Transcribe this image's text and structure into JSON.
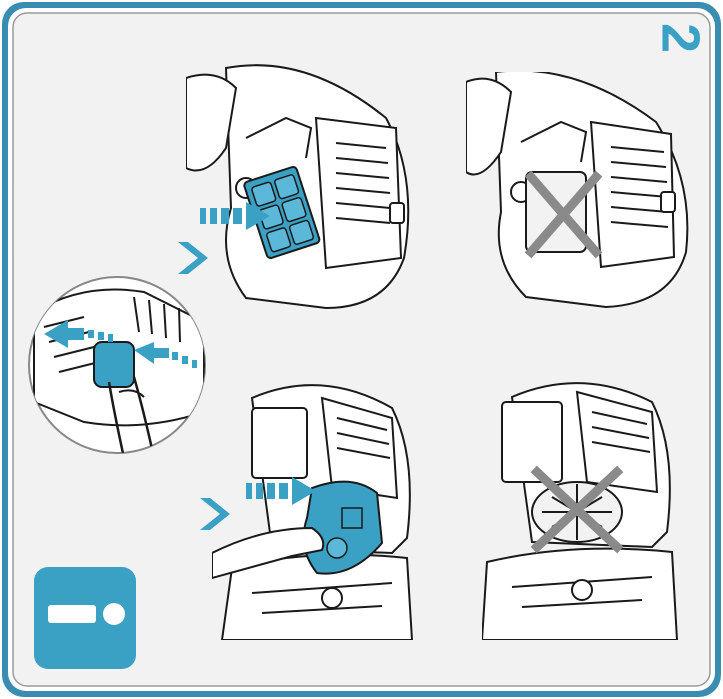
{
  "step": {
    "number": "2"
  },
  "colors": {
    "accent": "#3aa0c4",
    "frame_outer": "#3a8db0",
    "panel_bg": "#f2f2f2",
    "line": "#1a1a1a",
    "cross": "#8a8a8a"
  },
  "icons": {
    "warning": "exclamation-sign-icon",
    "arrow": "chevron-right-icon",
    "insert_arrow": "dashed-arrow-icon",
    "wrong": "cross-mark-icon"
  },
  "panels": [
    {
      "id": "release-latch",
      "state": "action"
    },
    {
      "id": "insert-filter-correct",
      "state": "correct"
    },
    {
      "id": "without-filter",
      "state": "wrong"
    },
    {
      "id": "insert-bag-correct",
      "state": "correct"
    },
    {
      "id": "without-bag",
      "state": "wrong"
    }
  ]
}
